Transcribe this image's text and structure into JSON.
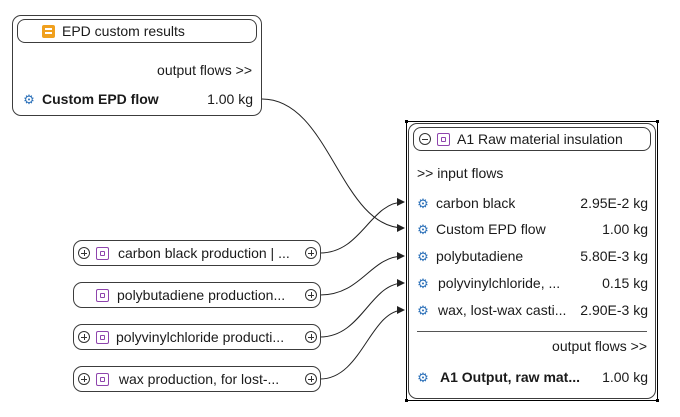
{
  "epd_node": {
    "icon": "epd-results-icon",
    "title": "EPD custom results",
    "output_flows_label": "output flows >>",
    "flow": {
      "icon": "gear-icon",
      "name": "Custom EPD flow",
      "amount": "1.00 kg"
    }
  },
  "raw_node": {
    "collapse_icon": "minus-circle-icon",
    "icon": "process-icon",
    "title": "A1 Raw material insulation",
    "input_flows_label": ">> input flows",
    "inputs": [
      {
        "icon": "gear-icon",
        "name": "carbon black",
        "amount": "2.95E-2 kg"
      },
      {
        "icon": "gear-icon",
        "name": "Custom EPD flow",
        "amount": "1.00 kg"
      },
      {
        "icon": "gear-icon",
        "name": "polybutadiene",
        "amount": "5.80E-3 kg"
      },
      {
        "icon": "gear-icon",
        "name": "polyvinylchloride, ...",
        "amount": "0.15 kg"
      },
      {
        "icon": "gear-icon",
        "name": "wax, lost-wax casti...",
        "amount": "2.90E-3 kg"
      }
    ],
    "output_flows_label": "output flows >>",
    "output": {
      "icon": "gear-icon",
      "name": "A1 Output, raw mat...",
      "amount": "1.00 kg"
    }
  },
  "processes": [
    {
      "label": "carbon black production | ...",
      "left_expand": true
    },
    {
      "label": "polybutadiene production...",
      "left_expand": false
    },
    {
      "label": "polyvinylchloride producti...",
      "left_expand": true
    },
    {
      "label": " wax production, for lost-...",
      "left_expand": true
    }
  ],
  "colors": {
    "link": "#222222",
    "gear": "#2a6fb8",
    "process_icon": "#8e44ad",
    "epd_icon": "#f0a01e"
  }
}
